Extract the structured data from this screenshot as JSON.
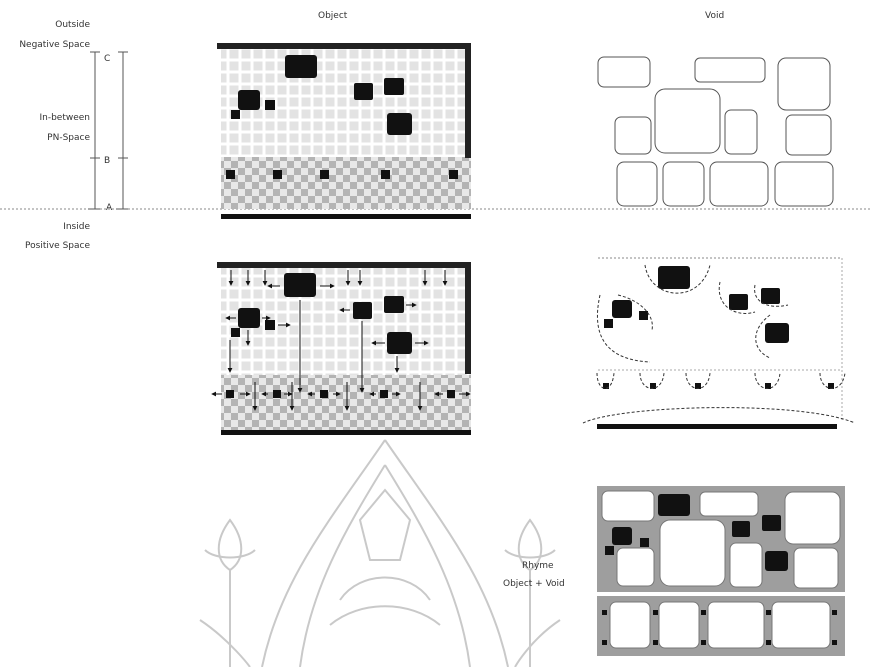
{
  "headers": {
    "object": "Object",
    "void": "Void"
  },
  "left_labels": {
    "outside": "Outside",
    "negative_space": "Negative Space",
    "in_between": "In-between",
    "pn_space": "PN-Space",
    "inside": "Inside",
    "positive_space": "Positive Space"
  },
  "axis_markers": {
    "c": "C",
    "b": "B",
    "a": "A"
  },
  "rhyme_label": {
    "line1": "Rhyme",
    "line2": "Object + Void"
  },
  "watermark": "emblem-watermark",
  "colors": {
    "ink": "#111111",
    "grid": "#d8d8d8",
    "checker": "#b8b8b8",
    "void_fill": "#9a9a9a",
    "watermark": "#cfcfcf"
  }
}
